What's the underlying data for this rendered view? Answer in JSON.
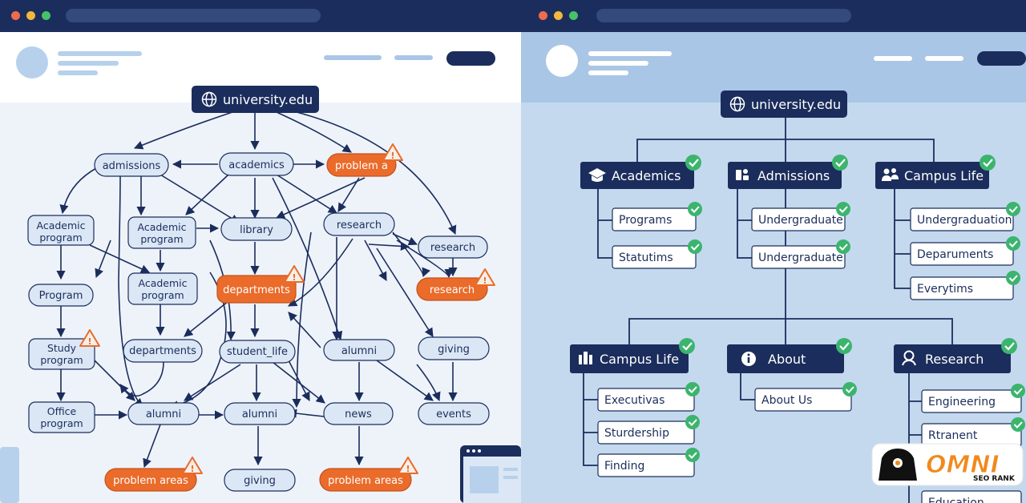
{
  "left": {
    "root": "university.edu",
    "nodes": {
      "admissions": "admissions",
      "academics": "academics",
      "problem_top": "problem a",
      "academic_program_1": [
        "Academic",
        "program"
      ],
      "academic_program_2": [
        "Academic",
        "program"
      ],
      "library": "library",
      "research_1": "research",
      "research_2": "research",
      "academic_program_3": [
        "Academic",
        "program"
      ],
      "departments_problem": "departments",
      "research_problem": "research",
      "program": "Program",
      "study_program": [
        "Study",
        "program"
      ],
      "departments": "departments",
      "student_life": "student_life",
      "alumni_1": "alumni",
      "giving_1": "giving",
      "office_program": [
        "Office",
        "program"
      ],
      "alumni_2": "alumni",
      "alumni_3": "alumni",
      "news": "news",
      "events": "events",
      "problem_areas_1": "problem areas",
      "giving_2": "giving",
      "problem_areas_2": "problem areas"
    }
  },
  "right": {
    "root": "university.edu",
    "sections": {
      "academics": {
        "title": "Academics",
        "icon": "graduation-cap-icon",
        "items": [
          "Programs",
          "Statutims"
        ]
      },
      "admissions": {
        "title": "Admissions",
        "icon": "admissions-icon",
        "items": [
          "Undergraduate",
          "Undergraduate"
        ]
      },
      "campus_life_top": {
        "title": "Campus Life",
        "icon": "people-icon",
        "items": [
          "Undergraduation",
          "Deparuments",
          "Everytims"
        ]
      },
      "campus_life_bottom": {
        "title": "Campus Life",
        "icon": "building-icon",
        "items": [
          "Executivas",
          "Sturdership",
          "Finding"
        ]
      },
      "about": {
        "title": "About",
        "icon": "info-icon",
        "items": [
          "About Us"
        ]
      },
      "research": {
        "title": "Research",
        "icon": "user-search-icon",
        "items": [
          "Engineering",
          "Rtranent",
          "Education"
        ]
      }
    }
  },
  "logo": {
    "name": "OMNI",
    "tagline": "SEO RANK"
  },
  "colors": {
    "navy": "#1b2d5c",
    "node_fill": "#dbe7f5",
    "problem": "#ea6b2a",
    "check": "#3cb46e",
    "left_bg": "#eef3fa",
    "right_bg": "#c4d9ee"
  }
}
